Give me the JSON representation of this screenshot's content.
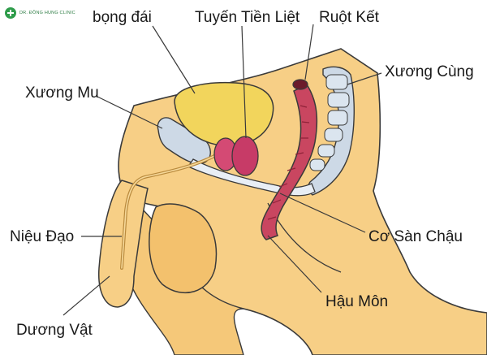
{
  "logo": {
    "text": "DR. ĐỒNG HUNG CLINIC"
  },
  "labels": {
    "bladder": "bọng đái",
    "prostate": "Tuyến Tiền Liệt",
    "colon": "Ruột Kết",
    "sacrum": "Xương Cùng",
    "pubic_bone": "Xương Mu",
    "urethra": "Niệu Đạo",
    "pelvic_floor": "Cơ Sàn Chậu",
    "anus": "Hậu Môn",
    "penis": "Dương Vật"
  },
  "colors": {
    "skin": "#f7cf86",
    "bladder": "#f2d55c",
    "prostate": "#d44a74",
    "colon": "#c94660",
    "bone": "#cdd9e6",
    "outline": "#3a3a3a"
  }
}
